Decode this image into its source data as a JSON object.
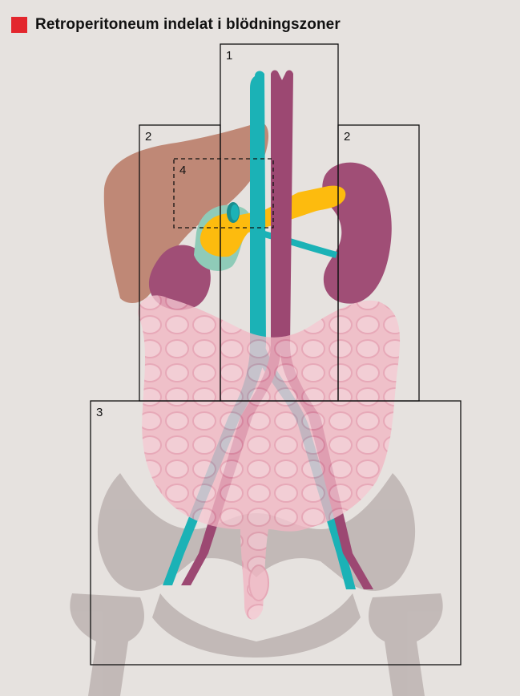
{
  "title": "Retroperitoneum indelat i blödningszoner",
  "colors": {
    "background": "#e6e2df",
    "marker": "#e3262d",
    "liver": "#bf8876",
    "kidney": "#a04e76",
    "aorta": "#9c4872",
    "vena_cava": "#1bb2b6",
    "pancreas": "#fdbb0e",
    "duodenum": "#8fcbb8",
    "intestine": "#f2b6c3",
    "pelvis": "#bcb3b1",
    "zone_border": "#111111"
  },
  "zones": [
    {
      "id": "zone-1",
      "label": "1"
    },
    {
      "id": "zone-2-left",
      "label": "2"
    },
    {
      "id": "zone-2-right",
      "label": "2"
    },
    {
      "id": "zone-3",
      "label": "3"
    },
    {
      "id": "zone-4",
      "label": "4"
    }
  ]
}
